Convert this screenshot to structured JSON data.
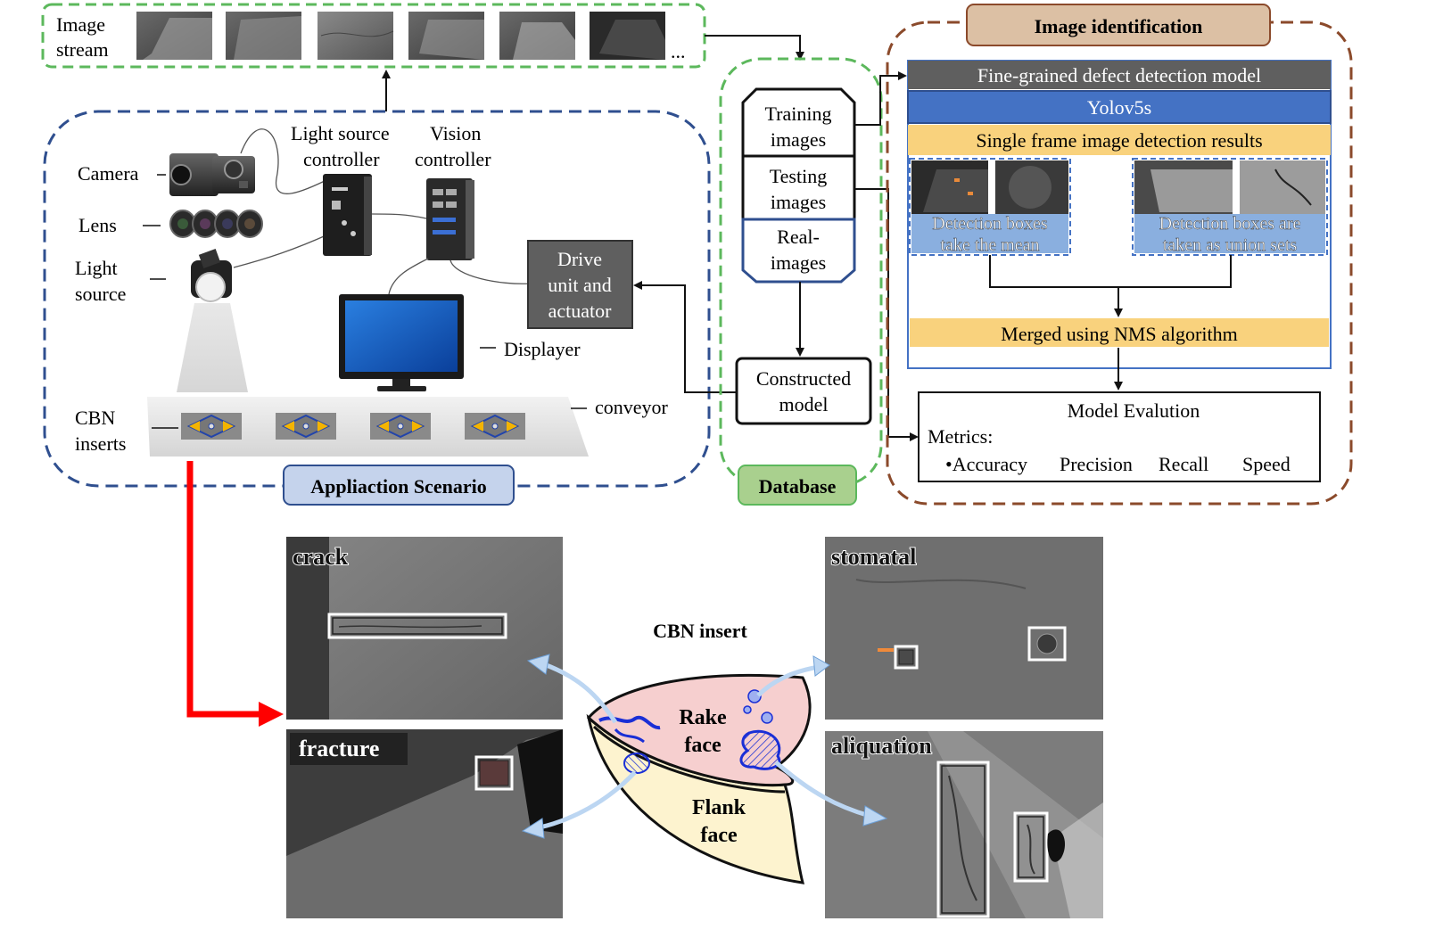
{
  "image_stream": {
    "label_line1": "Image",
    "label_line2": "stream",
    "ellipsis": "..."
  },
  "application": {
    "title": "Appliaction  Scenario",
    "camera": "Camera",
    "lens": "Lens",
    "light_source_line1": "Light",
    "light_source_line2": "source",
    "light_controller_line1": "Light source",
    "light_controller_line2": "controller",
    "vision_controller_line1": "Vision",
    "vision_controller_line2": "controller",
    "drive_line1": "Drive",
    "drive_line2": "unit and",
    "drive_line3": "actuator",
    "displayer": "Displayer",
    "cbn_line1": "CBN",
    "cbn_line2": "inserts",
    "conveyor": "conveyor"
  },
  "database": {
    "title": "Database",
    "training_line1": "Training",
    "training_line2": "images",
    "testing_line1": "Testing",
    "testing_line2": "images",
    "real_line1": "Real-",
    "real_line2": "images",
    "constructed_line1": "Constructed",
    "constructed_line2": "model"
  },
  "identification": {
    "title": "Image identification",
    "model": "Fine-grained defect detection model",
    "yolo": "Yolov5s",
    "single_frame": "Single frame image detection results",
    "mean_line1": "Detection boxes",
    "mean_line2": "take the mean",
    "union_line1": "Detection boxes are",
    "union_line2": "taken as union sets",
    "nms": "Merged using NMS algorithm",
    "evaluation_title": "Model Evalution",
    "metrics_label": "Metrics:",
    "metrics": [
      "•Accuracy",
      "Precision",
      "Recall",
      "Speed"
    ]
  },
  "defects": {
    "crack": "crack",
    "fracture": "fracture",
    "stomatal": "stomatal",
    "aliquation": "aliquation"
  },
  "insert": {
    "title": "CBN insert",
    "rake_line1": "Rake",
    "rake_line2": "face",
    "flank_line1": "Flank",
    "flank_line2": "face"
  },
  "colors": {
    "green_dash": "#5cb85c",
    "blue_dash": "#2f4f8f",
    "brown_dash": "#8b4a2b",
    "model_bar": "#5f5f5f",
    "yolo_bar": "#4472c4",
    "result_bar": "#f9d27d",
    "arrow_red": "#ff0000",
    "rake_fill": "#f6cfcf",
    "flank_fill": "#fdf3cf"
  }
}
